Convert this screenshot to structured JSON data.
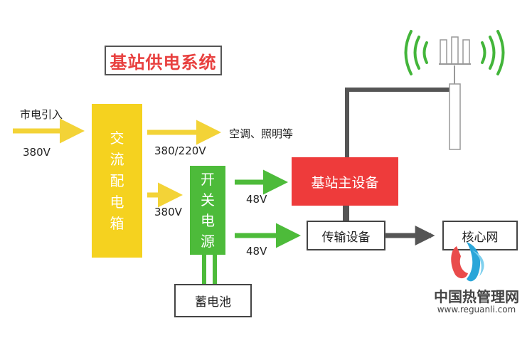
{
  "title": "基站供电系统",
  "inputs": {
    "mains_in": "市电引入",
    "mains_voltage": "380V"
  },
  "blocks": {
    "ac_box": [
      "交",
      "流",
      "配",
      "电",
      "箱"
    ],
    "switch_power": [
      "开",
      "关",
      "电",
      "源"
    ],
    "base_main": "基站主设备",
    "transmission": "传输设备",
    "core_net": "核心网",
    "battery": "蓄电池"
  },
  "edges": {
    "ac_to_loads": "380/220V",
    "loads": "空调、照明等",
    "ac_to_switch": "380V",
    "switch_to_main": "48V",
    "switch_to_trans": "48V"
  },
  "watermark": {
    "name": "中国热管理网",
    "url": "www.reguanli.com"
  },
  "colors": {
    "yellow": "#f5d21f",
    "arrow_yellow": "#f3d337",
    "green": "#4dbb3a",
    "red": "#ee3b3b",
    "title_red": "#e8403f",
    "signal_green": "#43b53a",
    "line_gray": "#555555"
  }
}
